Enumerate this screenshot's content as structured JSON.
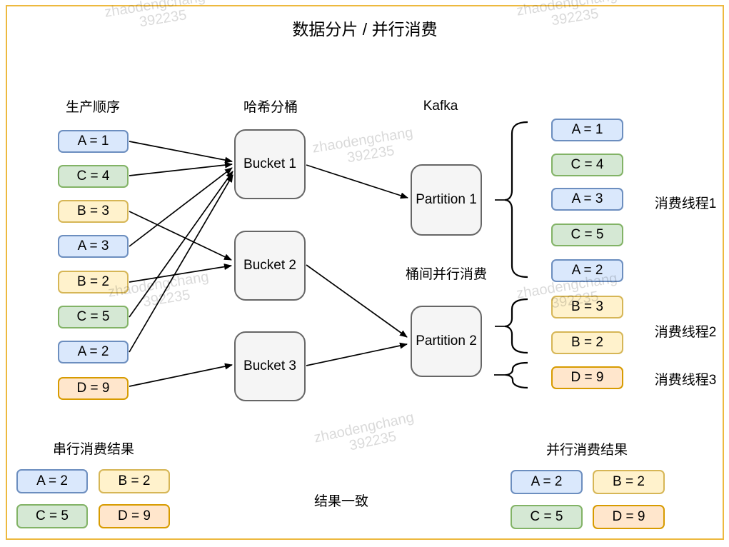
{
  "title": "数据分片 / 并行消费",
  "watermark": {
    "line1": "zhaodengchang",
    "line2": "392235"
  },
  "labels": {
    "producer": "生产顺序",
    "hash_bucket": "哈希分桶",
    "kafka": "Kafka",
    "inter_bucket_note": "桶间并行消费",
    "serial_result": "串行消费结果",
    "parallel_result": "并行消费结果",
    "consistent_note": "结果一致"
  },
  "producer_items": [
    {
      "label": "A = 1",
      "color": "blue"
    },
    {
      "label": "C = 4",
      "color": "green"
    },
    {
      "label": "B = 3",
      "color": "yellow"
    },
    {
      "label": "A = 3",
      "color": "blue"
    },
    {
      "label": "B = 2",
      "color": "yellow"
    },
    {
      "label": "C = 5",
      "color": "green"
    },
    {
      "label": "A = 2",
      "color": "blue"
    },
    {
      "label": "D = 9",
      "color": "orange"
    }
  ],
  "buckets": [
    {
      "label": "Bucket 1"
    },
    {
      "label": "Bucket 2"
    },
    {
      "label": "Bucket 3"
    }
  ],
  "partitions": [
    {
      "label": "Partition 1"
    },
    {
      "label": "Partition 2"
    }
  ],
  "consumer_items": [
    {
      "label": "A = 1",
      "color": "blue"
    },
    {
      "label": "C = 4",
      "color": "green"
    },
    {
      "label": "A = 3",
      "color": "blue"
    },
    {
      "label": "C = 5",
      "color": "green"
    },
    {
      "label": "A = 2",
      "color": "blue"
    },
    {
      "label": "B = 3",
      "color": "yellow"
    },
    {
      "label": "B = 2",
      "color": "yellow"
    },
    {
      "label": "D = 9",
      "color": "orange"
    }
  ],
  "thread_labels": [
    {
      "label": "消费线程1"
    },
    {
      "label": "消费线程2"
    },
    {
      "label": "消费线程3"
    }
  ],
  "serial_result_items": [
    {
      "label": "A = 2",
      "color": "blue"
    },
    {
      "label": "B = 2",
      "color": "yellow"
    },
    {
      "label": "C = 5",
      "color": "green"
    },
    {
      "label": "D = 9",
      "color": "orange"
    }
  ],
  "parallel_result_items": [
    {
      "label": "A = 2",
      "color": "blue"
    },
    {
      "label": "B = 2",
      "color": "yellow"
    },
    {
      "label": "C = 5",
      "color": "green"
    },
    {
      "label": "D = 9",
      "color": "orange"
    }
  ],
  "colors": {
    "blue_fill": "#dae8fc",
    "blue_stroke": "#6c8ebf",
    "green_fill": "#d5e8d4",
    "green_stroke": "#82b366",
    "yellow_fill": "#fff2cc",
    "yellow_stroke": "#d6b656",
    "orange_fill": "#ffe6cc",
    "orange_stroke": "#d79b00",
    "bucket_fill": "#f5f5f5",
    "bucket_stroke": "#666666",
    "frame_stroke": "#edb93f",
    "connector": "#000000",
    "watermark_gray": "#d9d9d9"
  }
}
